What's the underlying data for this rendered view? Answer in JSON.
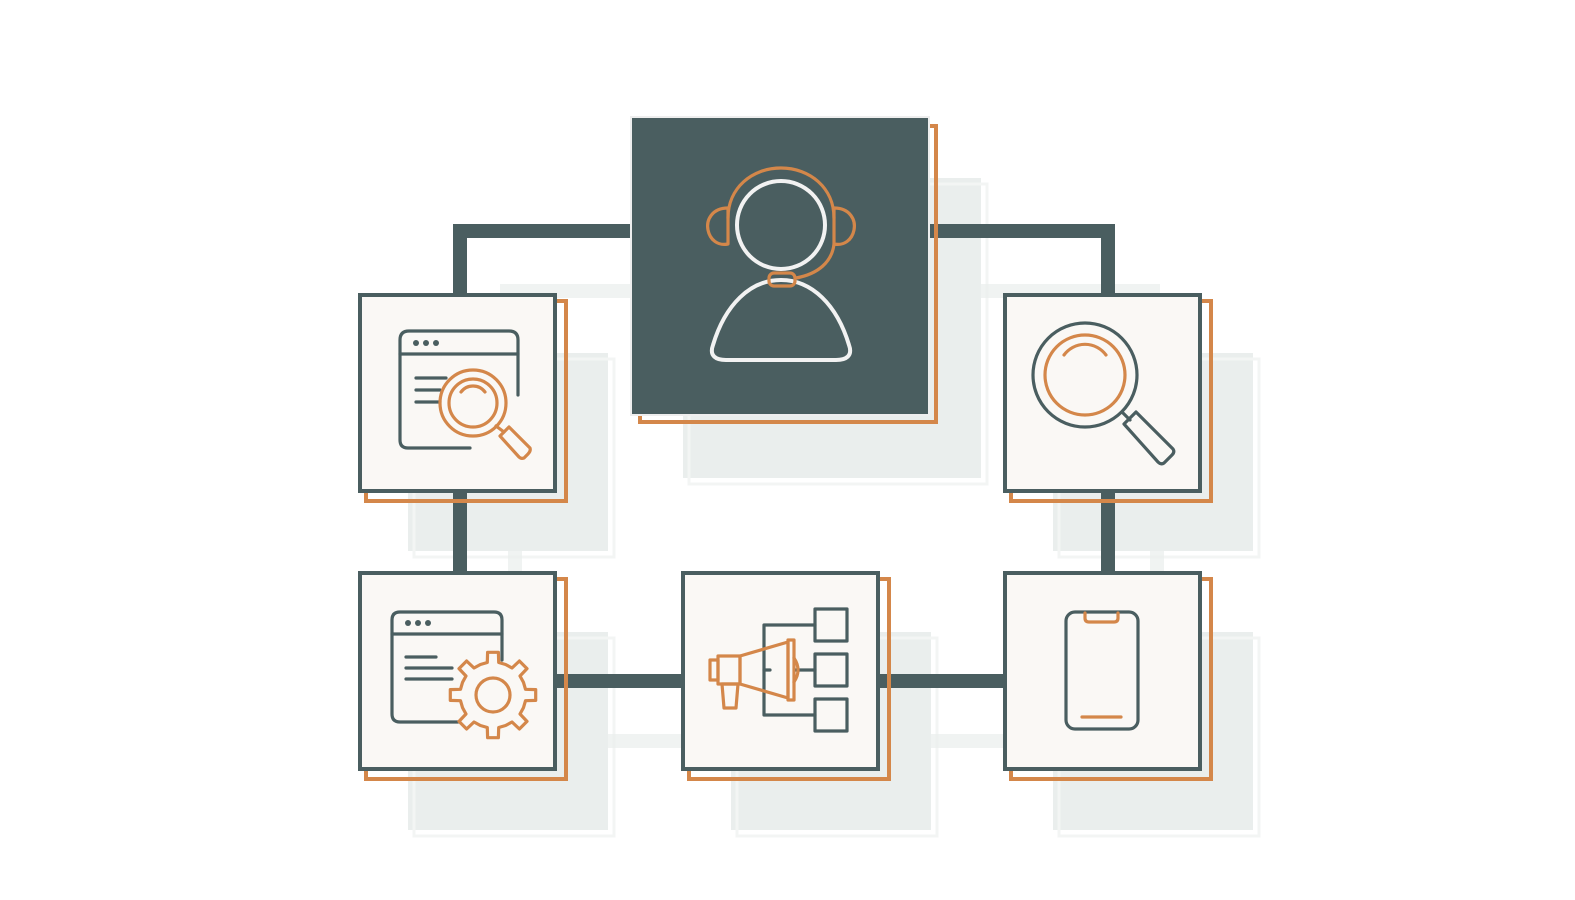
{
  "colors": {
    "dark": "#4a5e60",
    "accent": "#d4874a",
    "tile_background": "#faf8f5",
    "ghost_shadow": "#eaeeed",
    "light_outline": "#f2f2f2"
  },
  "diagram": {
    "hub": {
      "icon": "customer-support-headset-icon"
    },
    "nodes": [
      {
        "id": "web-search",
        "icon": "browser-search-icon"
      },
      {
        "id": "search",
        "icon": "magnifying-glass-icon"
      },
      {
        "id": "web-settings",
        "icon": "browser-settings-gear-icon"
      },
      {
        "id": "marketing",
        "icon": "megaphone-flowchart-icon"
      },
      {
        "id": "mobile",
        "icon": "smartphone-icon"
      }
    ]
  }
}
